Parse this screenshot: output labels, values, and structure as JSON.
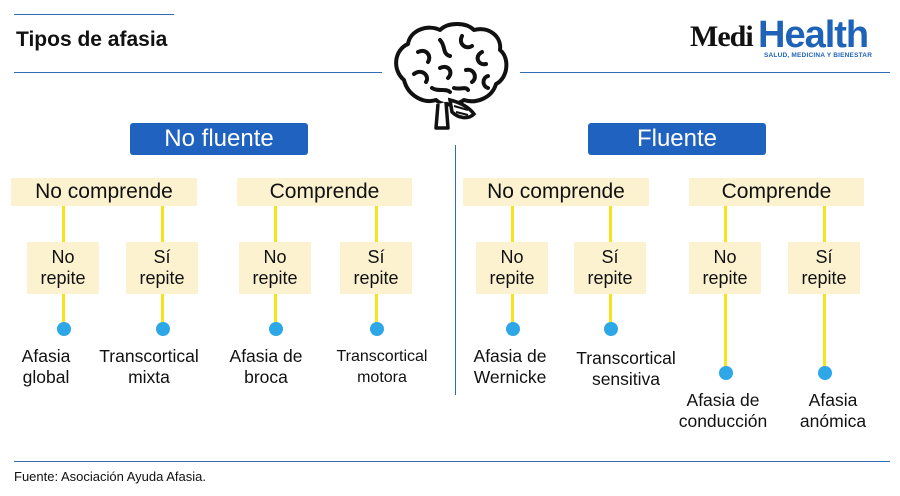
{
  "header": {
    "title": "Tipos de afasia"
  },
  "logo": {
    "part1": "Medi",
    "part2": "Health",
    "tagline": "SALUD, MEDICINA Y BIENESTAR"
  },
  "groups": [
    {
      "label": "No fluente",
      "categories": [
        {
          "label": "No comprende",
          "items": [
            {
              "box": "No\nrepite",
              "result": "Afasia\nglobal"
            },
            {
              "box": "Sí\nrepite",
              "result": "Transcortical\nmixta"
            }
          ]
        },
        {
          "label": "Comprende",
          "items": [
            {
              "box": "No\nrepite",
              "result": "Afasia de\nbroca"
            },
            {
              "box": "Sí\nrepite",
              "result": "Transcortical\nmotora"
            }
          ]
        }
      ]
    },
    {
      "label": "Fluente",
      "categories": [
        {
          "label": "No comprende",
          "items": [
            {
              "box": "No\nrepite",
              "result": "Afasia de\nWernicke"
            },
            {
              "box": "Sí\nrepite",
              "result": "Transcortical\nsensitiva"
            }
          ]
        },
        {
          "label": "Comprende",
          "items": [
            {
              "box": "No\nrepite",
              "result": "Afasia de\nconducción"
            },
            {
              "box": "Sí\nrepite",
              "result": "Afasia\nanómica"
            }
          ]
        }
      ]
    }
  ],
  "footer": {
    "source": "Fuente: Asociación Ayuda Afasia."
  },
  "colors": {
    "accent": "#1f62bf",
    "box_fill": "#fdf2d0",
    "connector": "#f6e51b",
    "dot": "#2ea7e6"
  },
  "icons": {
    "brain": "brain-icon"
  }
}
